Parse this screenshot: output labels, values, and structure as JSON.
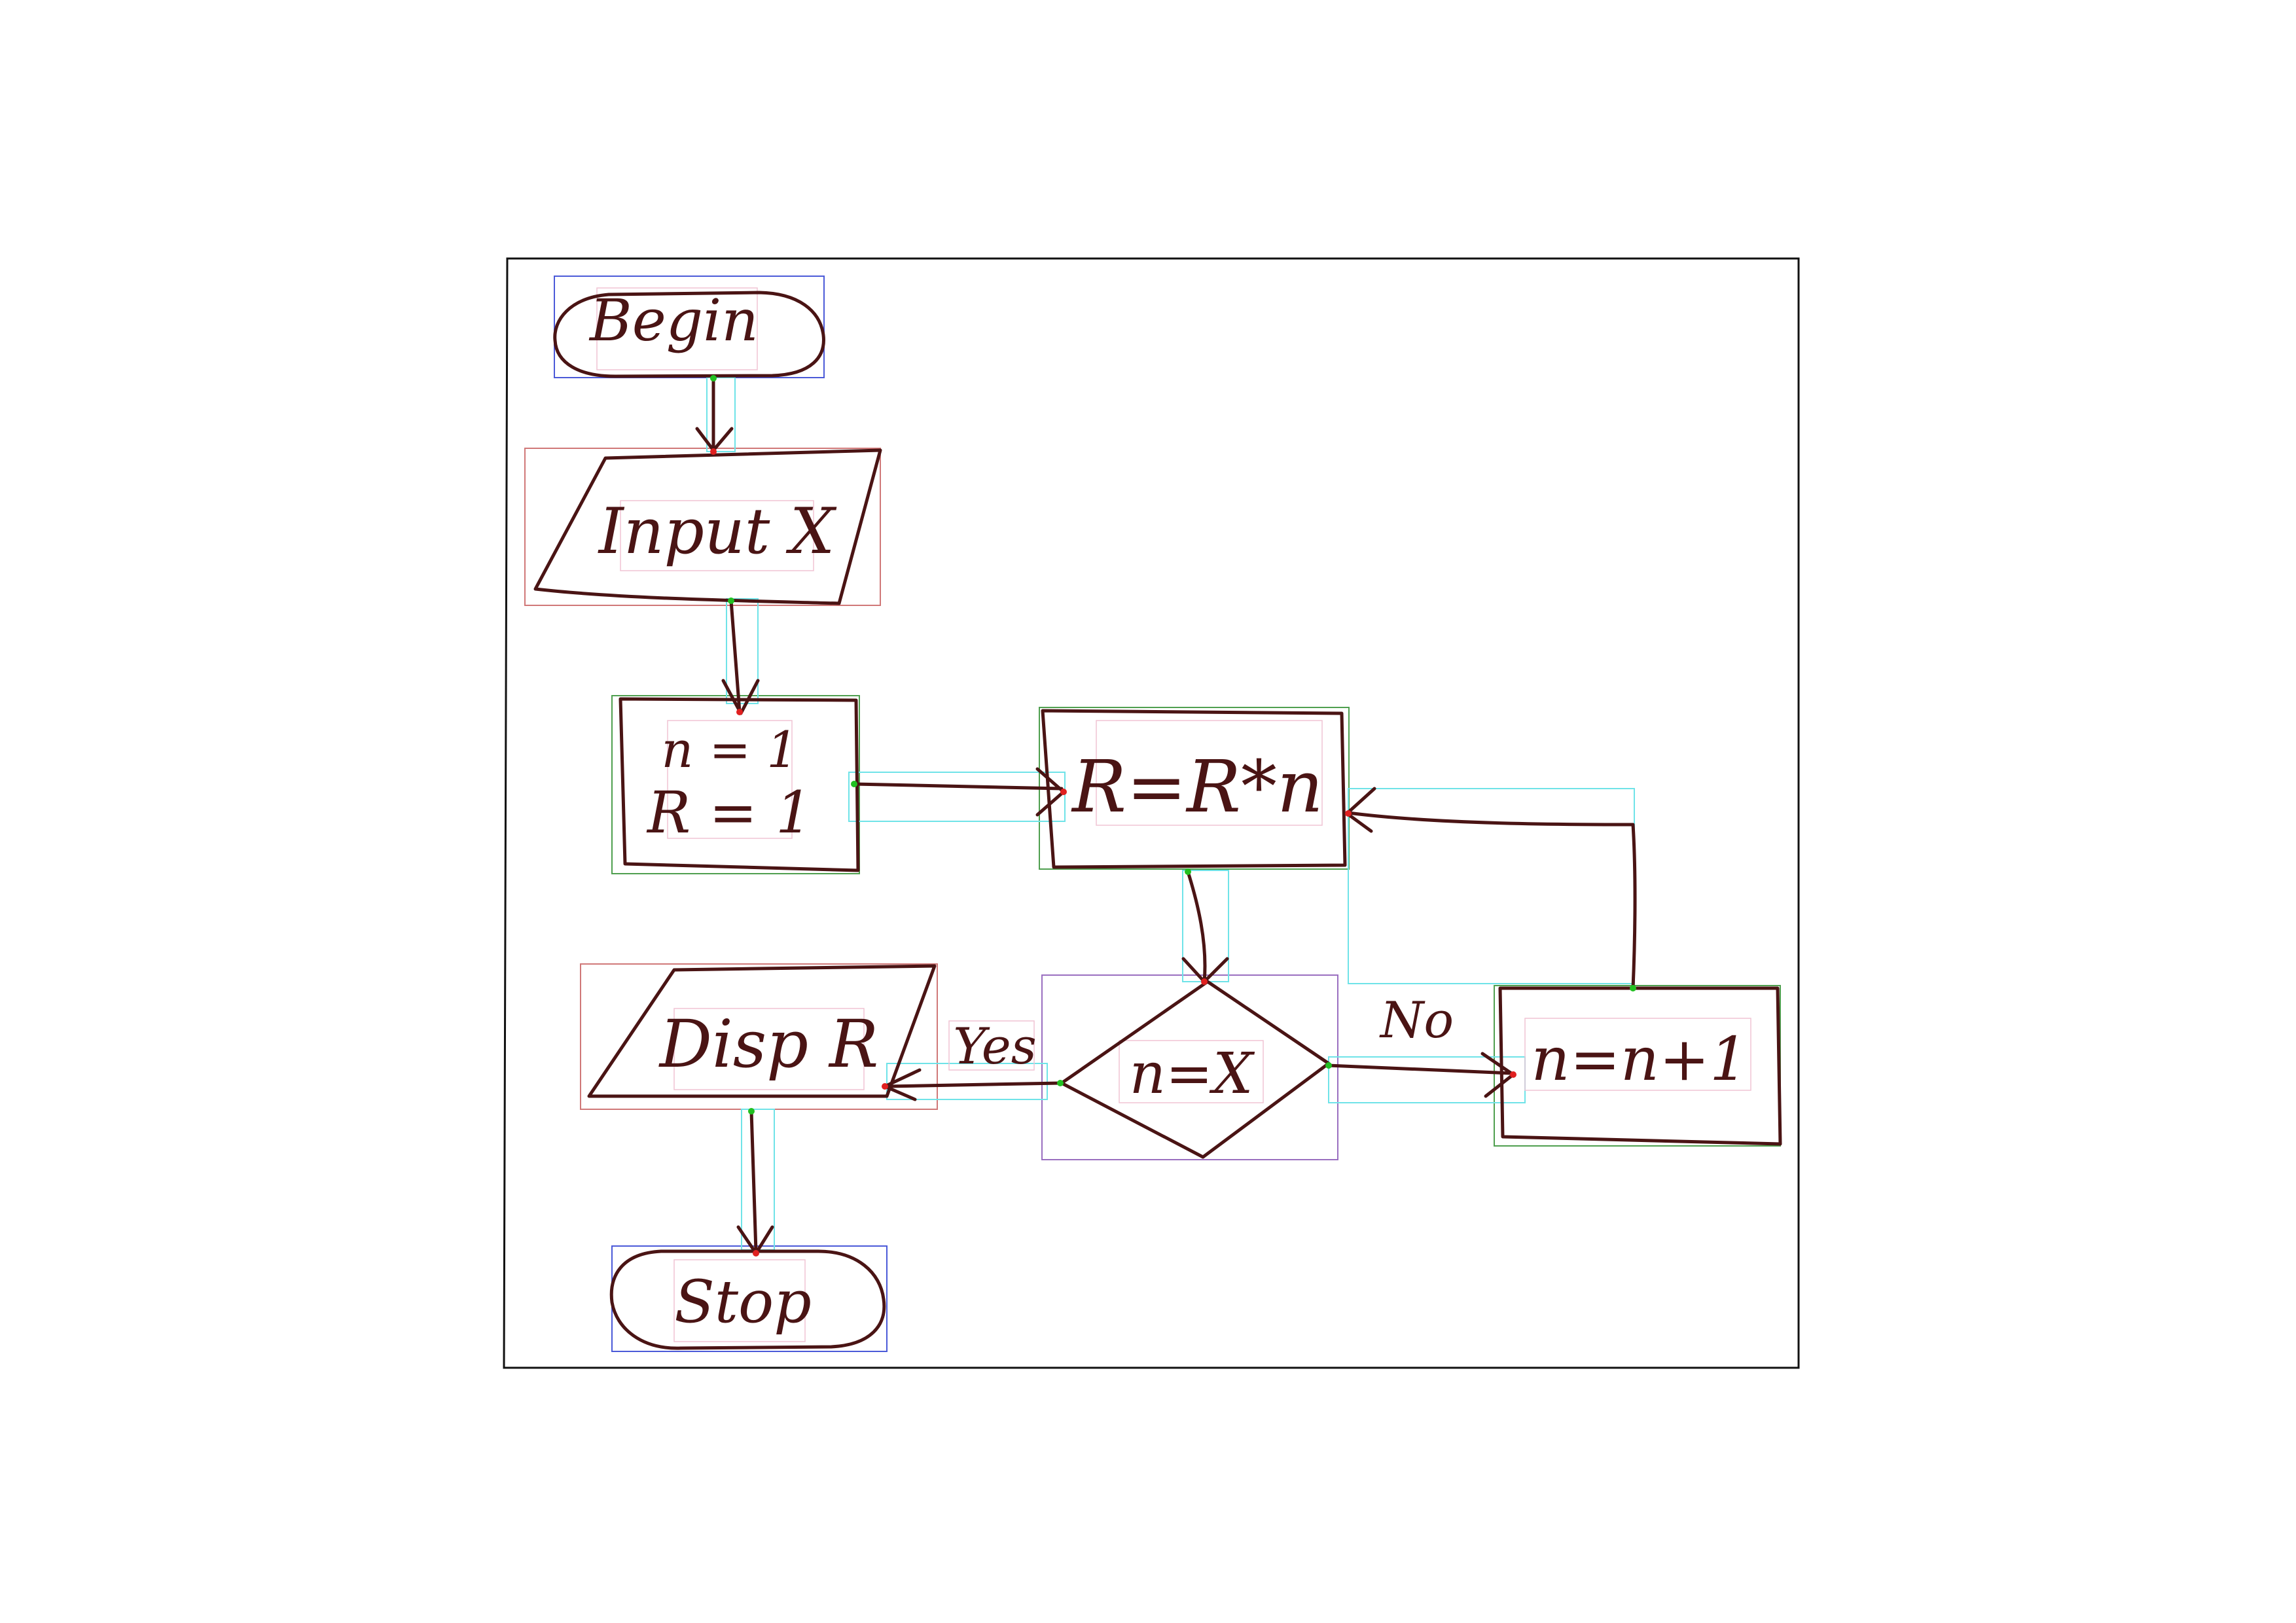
{
  "flowchart": {
    "nodes": {
      "begin": {
        "label": "Begin",
        "shape": "terminator"
      },
      "input": {
        "label": "Input X",
        "shape": "parallelogram"
      },
      "init": {
        "lines": [
          "n = 1",
          "R = 1"
        ],
        "shape": "process"
      },
      "multiply": {
        "label": "R=R*n",
        "shape": "process"
      },
      "decision": {
        "label": "n=X",
        "shape": "decision"
      },
      "increment": {
        "label": "n=n+1",
        "shape": "process"
      },
      "display": {
        "label": "Disp R",
        "shape": "parallelogram"
      },
      "stop": {
        "label": "Stop",
        "shape": "terminator"
      }
    },
    "edge_labels": {
      "yes": "Yes",
      "no": "No"
    },
    "edges": [
      {
        "from": "begin",
        "to": "input"
      },
      {
        "from": "input",
        "to": "init"
      },
      {
        "from": "init",
        "to": "multiply"
      },
      {
        "from": "multiply",
        "to": "decision"
      },
      {
        "from": "decision",
        "to": "display",
        "label": "Yes"
      },
      {
        "from": "decision",
        "to": "increment",
        "label": "No"
      },
      {
        "from": "increment",
        "to": "multiply"
      },
      {
        "from": "display",
        "to": "stop"
      }
    ]
  },
  "colors": {
    "ink": "#4a1414",
    "frame": "#111111",
    "bbox_blue": "#4b5ad8",
    "bbox_red": "#d07878",
    "bbox_green": "#4f9f4f",
    "bbox_purple": "#9a6fc0",
    "bbox_cyan": "#6fe3e8"
  }
}
